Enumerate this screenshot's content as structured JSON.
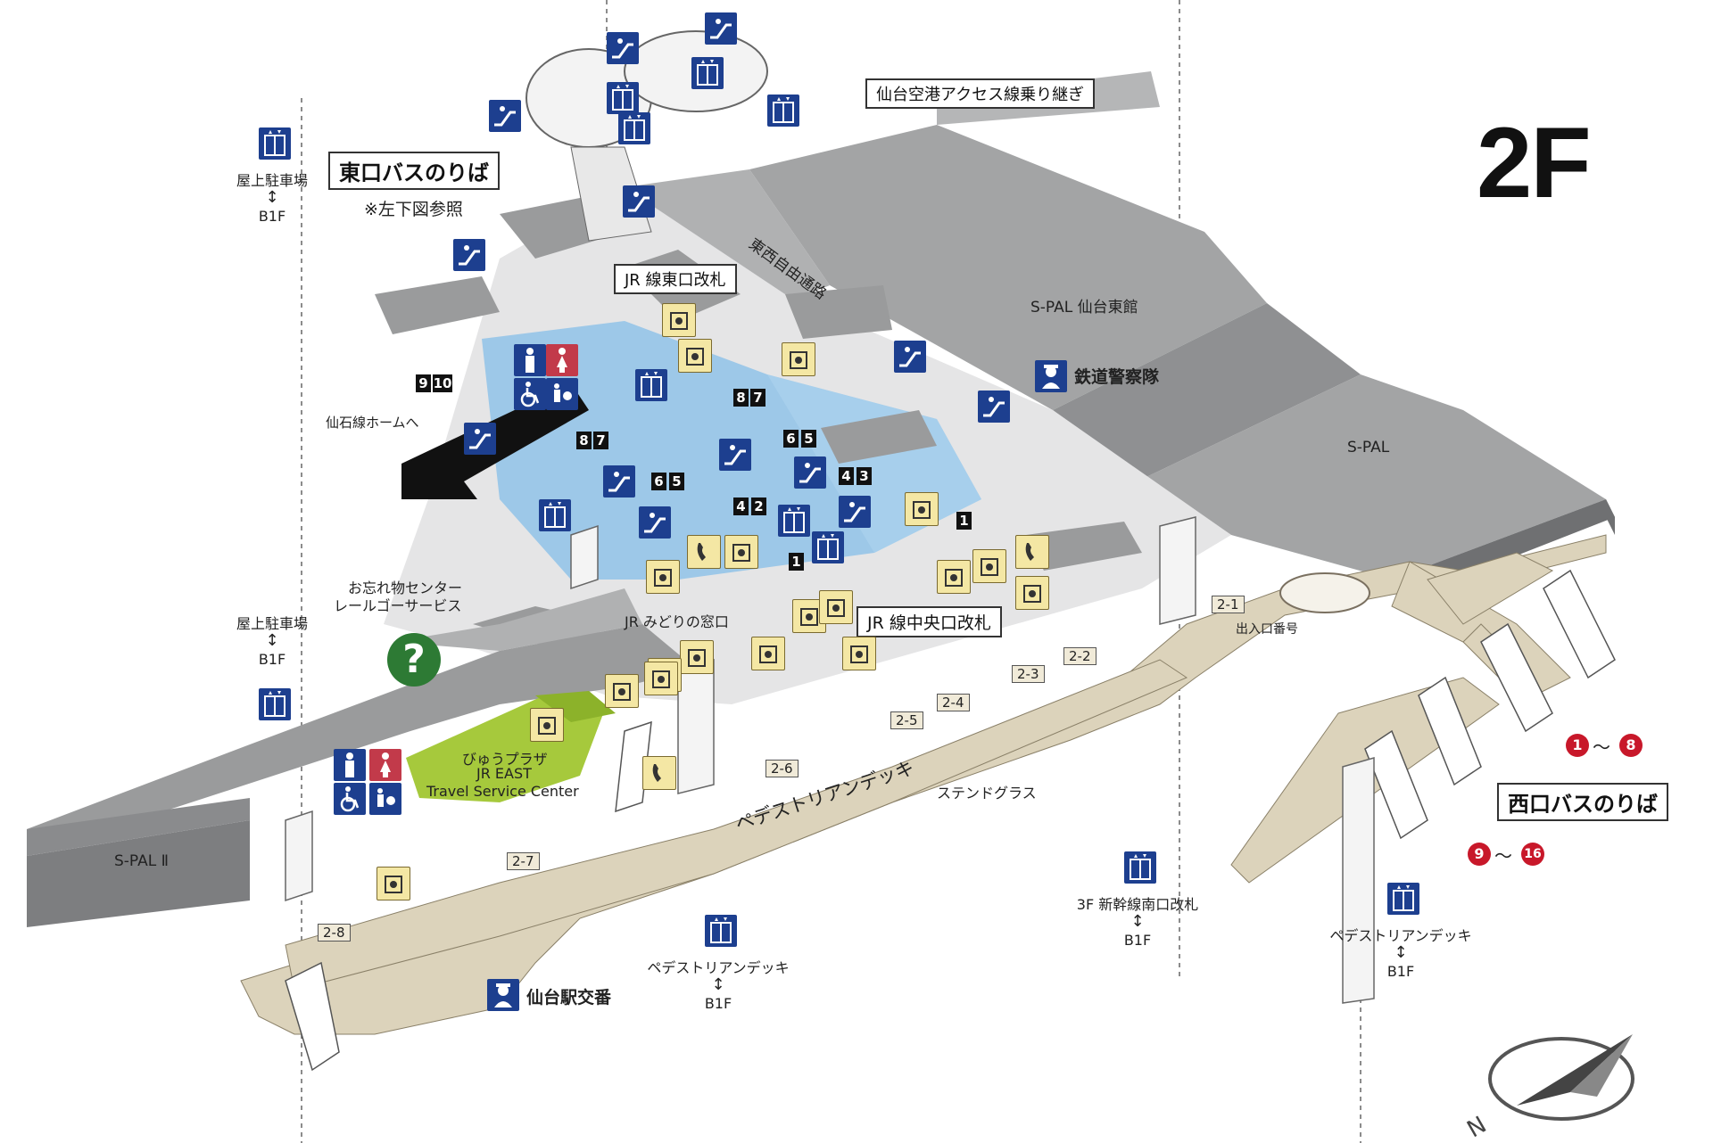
{
  "floor_label": "2F",
  "callouts": {
    "east_bus": "東口バスのりば",
    "east_bus_note": "※左下図参照",
    "west_bus": "西口バスのりば",
    "airport": "仙台空港アクセス線乗り継ぎ",
    "jr_east_gate": "JR 線東口改札",
    "jr_central_gate": "JR 線中央口改札",
    "railway_police": "鉄道警察隊",
    "koban": "仙台駅交番"
  },
  "labels": {
    "free_passage": "東西自由通路",
    "spal_east": "S-PAL 仙台東館",
    "spal": "S-PAL",
    "spal2": "S-PAL Ⅱ",
    "senseki": "仙石線ホームへ",
    "lost_found_1": "お忘れ物センター",
    "lost_found_2": "レールゴーサービス",
    "midori": "JR みどりの窓口",
    "view_plaza_1": "びゅうプラザ",
    "view_plaza_2": "JR EAST",
    "view_plaza_3": "Travel Service Center",
    "deck": "ペデストリアンデッキ",
    "stained": "ステンドグラス",
    "exit_numbers": "出入口番号",
    "bus_1_8_a": "1",
    "bus_1_8_sep": "〜",
    "bus_1_8_b": "8",
    "bus_9_16_a": "9",
    "bus_9_16_sep": "〜",
    "bus_9_16_b": "16"
  },
  "elevators": {
    "parking_1": {
      "top": "屋上駐車場",
      "arrow": "↕",
      "bottom": "B1F"
    },
    "parking_2": {
      "top": "屋上駐車場",
      "arrow": "↕",
      "bottom": "B1F"
    },
    "deck_1": {
      "top": "ペデストリアンデッキ",
      "arrow": "↕",
      "bottom": "B1F"
    },
    "shinkansen": {
      "top": "3F 新幹線南口改札",
      "arrow": "↕",
      "bottom": "B1F"
    },
    "deck_2": {
      "top": "ペデストリアンデッキ",
      "arrow": "↕",
      "bottom": "B1F"
    }
  },
  "exits": [
    "2-1",
    "2-2",
    "2-3",
    "2-4",
    "2-5",
    "2-6",
    "2-7",
    "2-8"
  ],
  "platforms": [
    {
      "id": "p910a",
      "text": "9"
    },
    {
      "id": "p910b",
      "text": "10"
    },
    {
      "id": "p87a",
      "text": "8"
    },
    {
      "id": "p87b",
      "text": "7"
    },
    {
      "id": "p65a",
      "text": "6"
    },
    {
      "id": "p65b",
      "text": "5"
    },
    {
      "id": "p87c",
      "text": "8"
    },
    {
      "id": "p87d",
      "text": "7"
    },
    {
      "id": "p65c",
      "text": "6"
    },
    {
      "id": "p65d",
      "text": "5"
    },
    {
      "id": "p42a",
      "text": "4"
    },
    {
      "id": "p42b",
      "text": "2"
    },
    {
      "id": "p43a",
      "text": "4"
    },
    {
      "id": "p43b",
      "text": "3"
    },
    {
      "id": "p1a",
      "text": "1"
    },
    {
      "id": "p1b",
      "text": "1"
    }
  ],
  "colors": {
    "building_gray": "#9a9b9c",
    "building_dark": "#7d7e80",
    "concourse_blue": "#9cc9ea",
    "deck_beige": "#dcd3bb",
    "floor_light": "#e6e6e6",
    "plaza_green": "#a6c93c",
    "sign_blue": "#1d3f8f",
    "sign_red": "#c23a4a",
    "sign_yellow": "#f4e7a4",
    "help_green": "#2d7a34",
    "bus_red": "#c8182a"
  },
  "icons": [
    "elevator-icon",
    "escalator-icon",
    "male-toilet-icon",
    "female-toilet-icon",
    "accessible-toilet-icon",
    "baby-care-icon",
    "police-icon",
    "locker-icon",
    "phone-icon",
    "ticket-machine-icon",
    "atm-icon",
    "information-icon",
    "compass-icon"
  ]
}
